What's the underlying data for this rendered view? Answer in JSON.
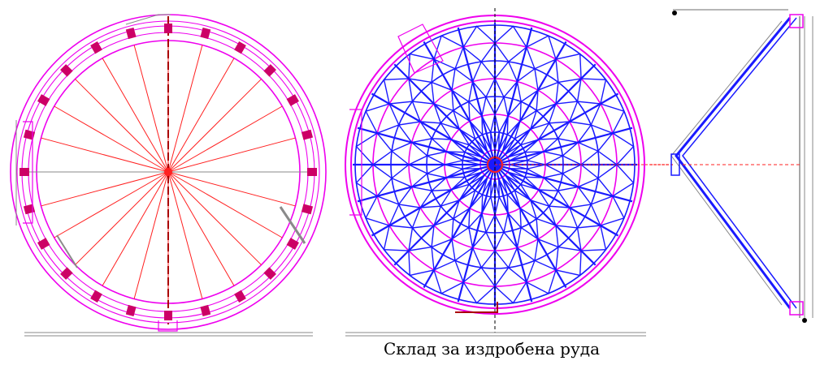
{
  "caption": "Склад за издробена руда",
  "colors": {
    "magenta": "#ee00ee",
    "red_line": "#ff2020",
    "blue": "#1a1aff",
    "column_fill": "#cc0066",
    "dark_red": "#aa0000",
    "gray": "#8a8a8a",
    "black": "#000000"
  },
  "views": [
    {
      "name": "foundation-plan",
      "radial_axes": 24,
      "columns": 24,
      "columns_ring_note": "columns on outer ring"
    },
    {
      "name": "dome-framing-plan",
      "radial_members": 24,
      "rings": 8
    },
    {
      "name": "dome-section"
    }
  ]
}
